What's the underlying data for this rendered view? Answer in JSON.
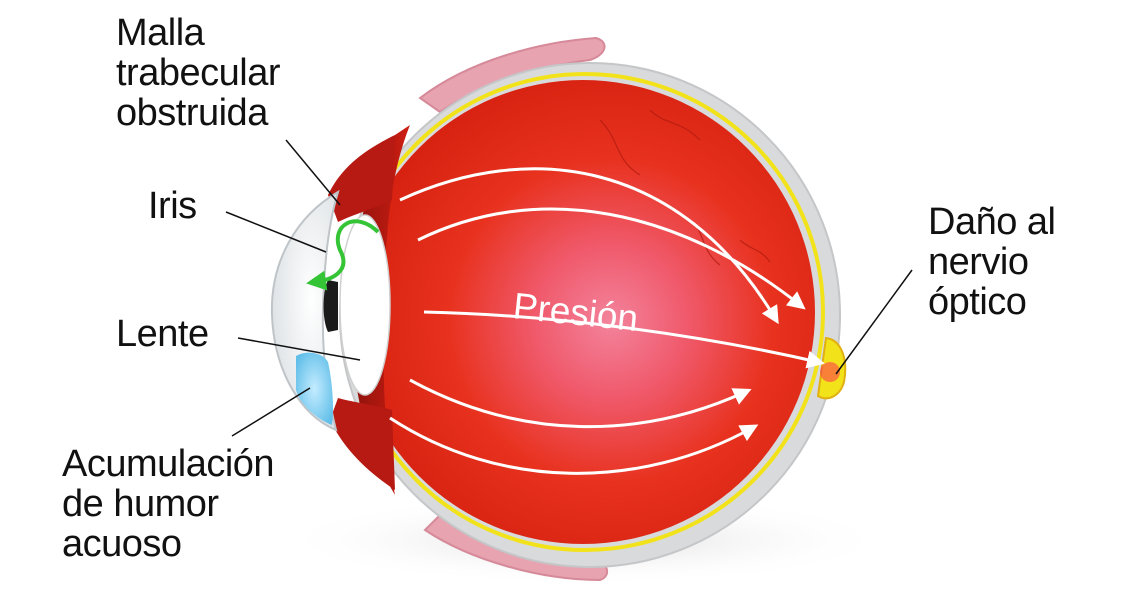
{
  "labels": {
    "malla": [
      "Malla",
      "trabecular",
      "obstruida"
    ],
    "iris": "Iris",
    "lente": "Lente",
    "acumulacion": [
      "Acumulación",
      "de humor",
      "acuoso"
    ],
    "dano": [
      "Daño al",
      "nervio",
      "óptico"
    ],
    "presion": "Presión"
  },
  "colors": {
    "eyeball_red": "#e8231a",
    "eyeball_dark": "#a81510",
    "choroid_yellow": "#f2e21a",
    "sclera_gray": "#d9dadb",
    "muscle_pink": "#e7a3b0",
    "aqueous_blue": "#8fd0f0",
    "flow_arrow_green": "#35c435",
    "pressure_arrows": "#ffffff"
  }
}
